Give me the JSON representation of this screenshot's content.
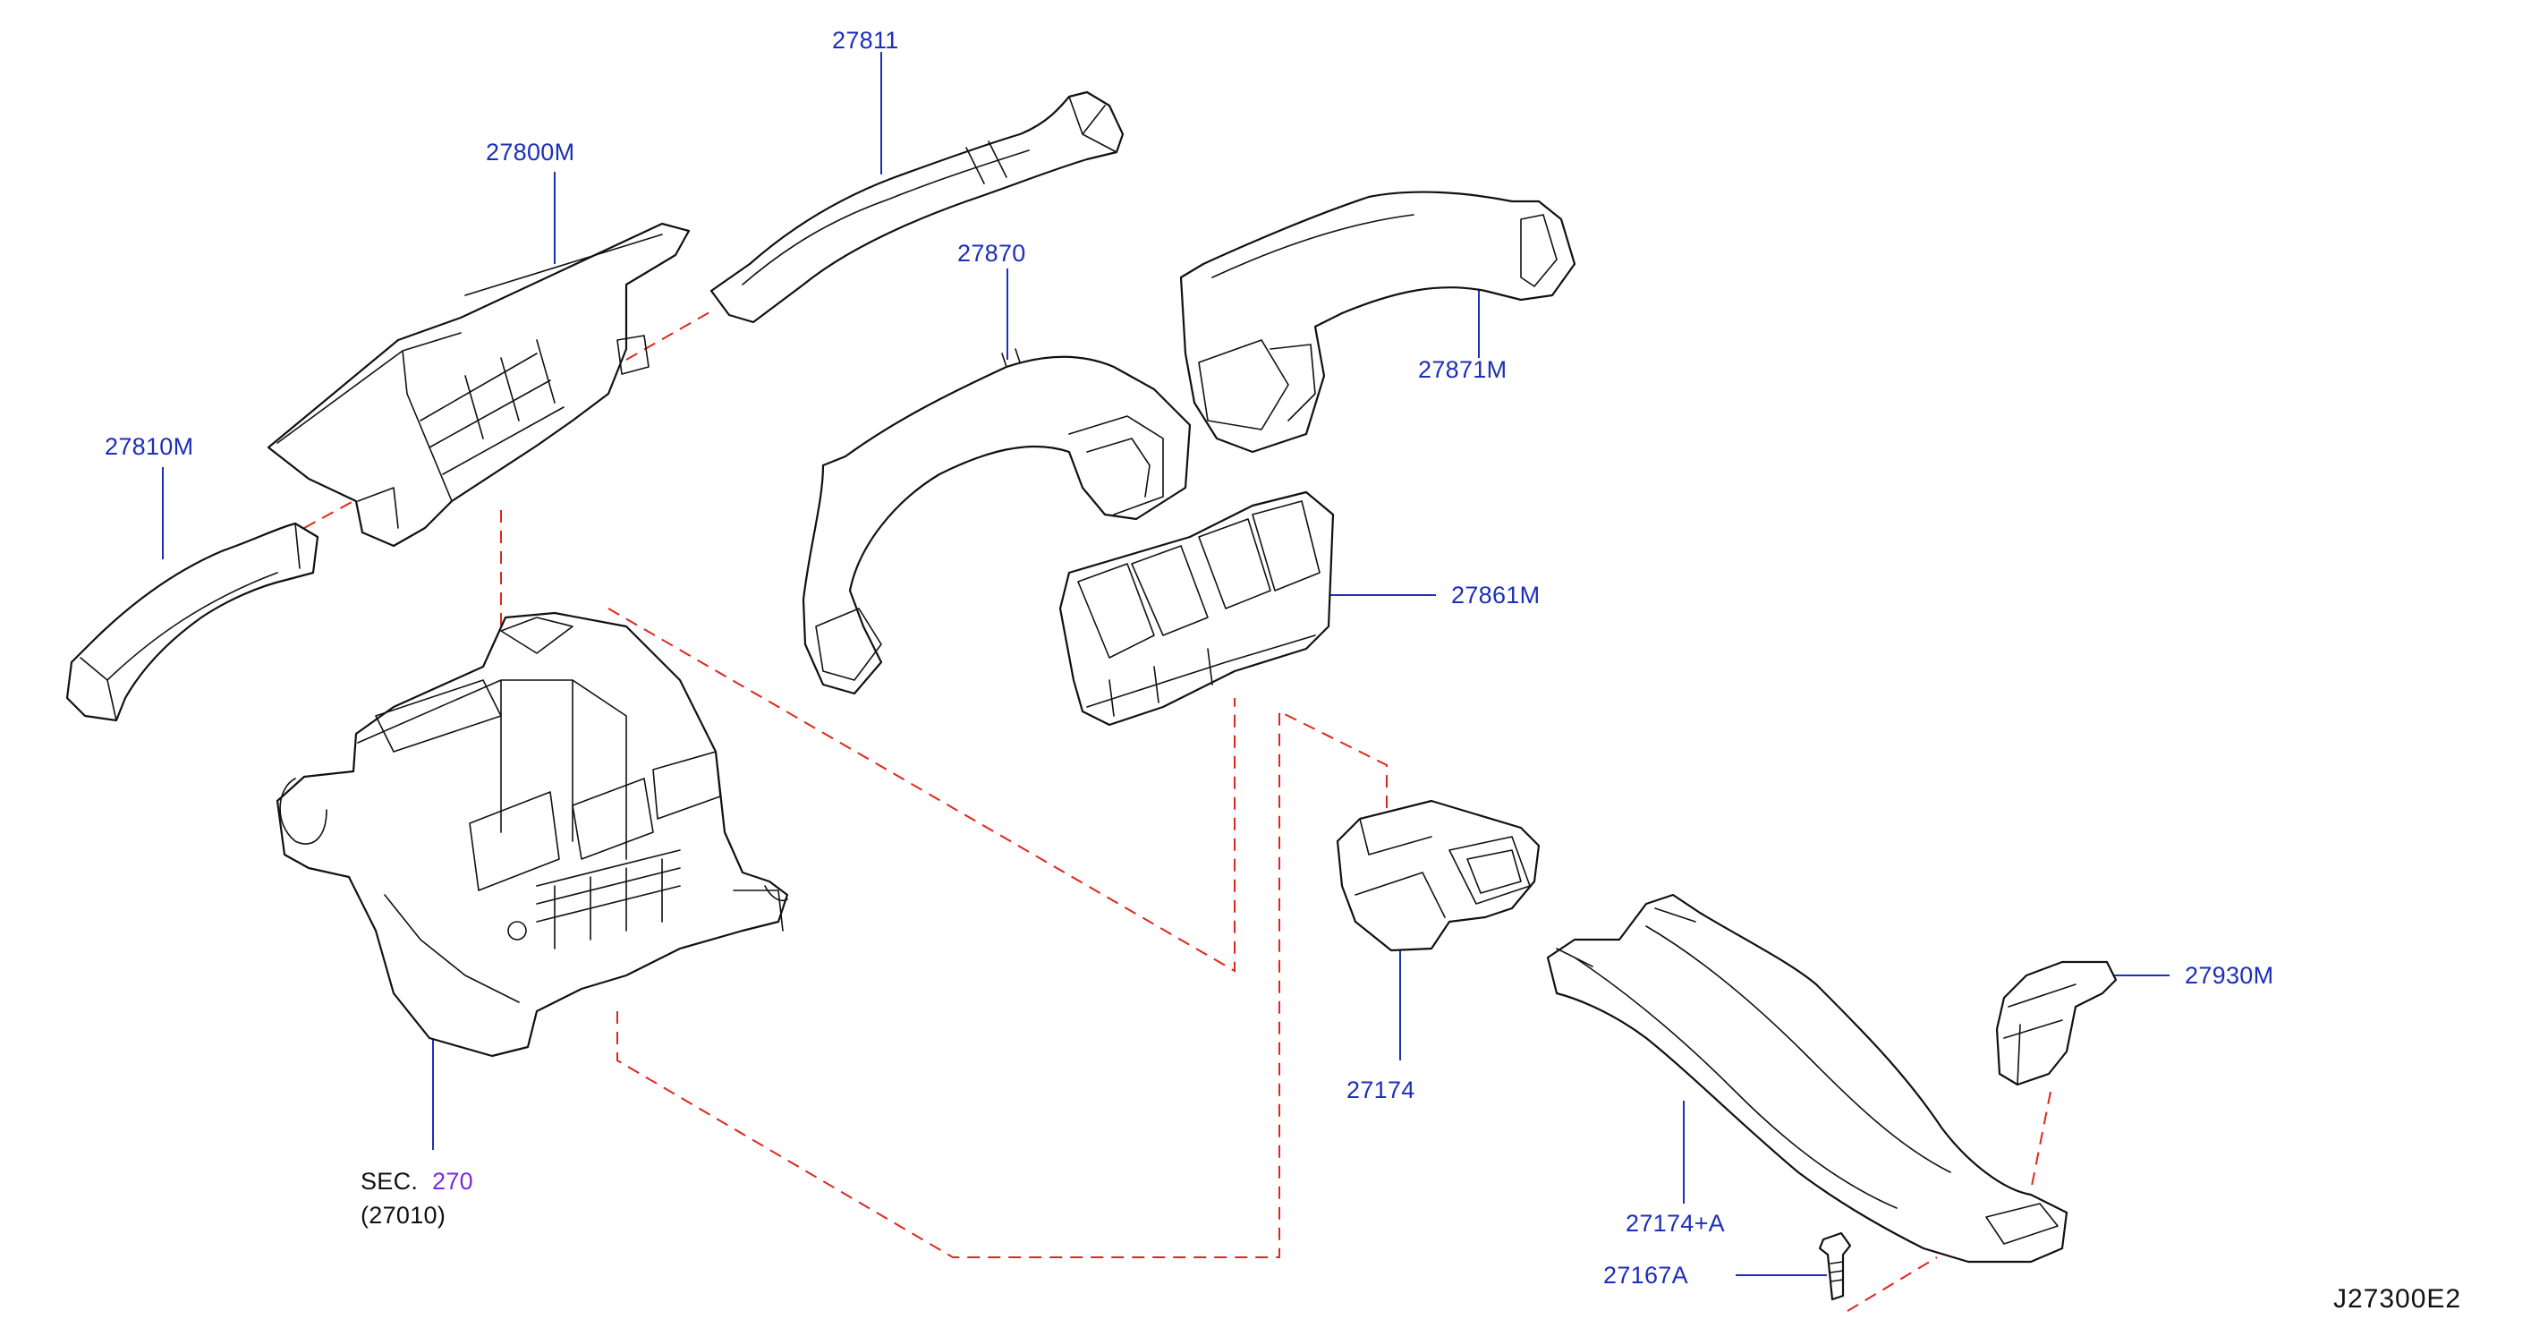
{
  "diagram": {
    "reference_code": "J27300E2",
    "colors": {
      "callout": "#1c2fb8",
      "section_link": "#7a2cd6",
      "dashed_connector": "#e0251c",
      "outline": "#111111"
    },
    "callouts": {
      "c27811": "27811",
      "c27800M": "27800M",
      "c27810M": "27810M",
      "c27870": "27870",
      "c27871M": "27871M",
      "c27861M": "27861M",
      "c27174": "27174",
      "c27930M": "27930M",
      "c27174A": "27174+A",
      "c27167A": "27167A"
    },
    "section_ref": {
      "prefix": "SEC.",
      "number": "270",
      "sub": "(27010)"
    }
  }
}
